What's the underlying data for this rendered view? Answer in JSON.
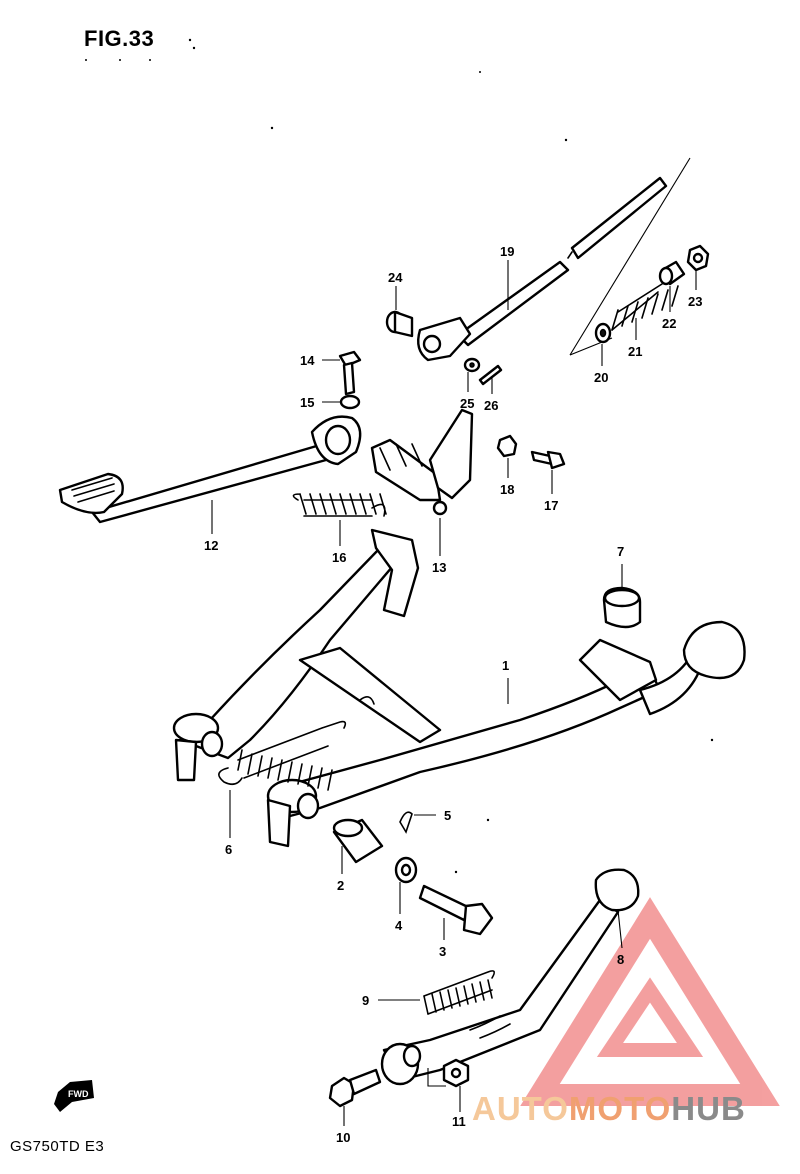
{
  "figure": {
    "title": "FIG.33",
    "model_code": "GS750TD  E3",
    "fwd_label": "FWD"
  },
  "callouts": [
    {
      "part": "1"
    },
    {
      "part": "2"
    },
    {
      "part": "3"
    },
    {
      "part": "4"
    },
    {
      "part": "5"
    },
    {
      "part": "6"
    },
    {
      "part": "7"
    },
    {
      "part": "8"
    },
    {
      "part": "9"
    },
    {
      "part": "10"
    },
    {
      "part": "11"
    },
    {
      "part": "12"
    },
    {
      "part": "13"
    },
    {
      "part": "14"
    },
    {
      "part": "15"
    },
    {
      "part": "16"
    },
    {
      "part": "17"
    },
    {
      "part": "18"
    },
    {
      "part": "19"
    },
    {
      "part": "20"
    },
    {
      "part": "21"
    },
    {
      "part": "22"
    },
    {
      "part": "23"
    },
    {
      "part": "24"
    },
    {
      "part": "25"
    },
    {
      "part": "26"
    }
  ],
  "watermark": {
    "word_auto": "AUTO",
    "word_moto": "MOTO",
    "word_hub": "HUB",
    "colors": {
      "triangle": "#f08080",
      "auto": "#f5c89a",
      "moto": "#f0a070",
      "hub": "#8a8a8a"
    }
  }
}
